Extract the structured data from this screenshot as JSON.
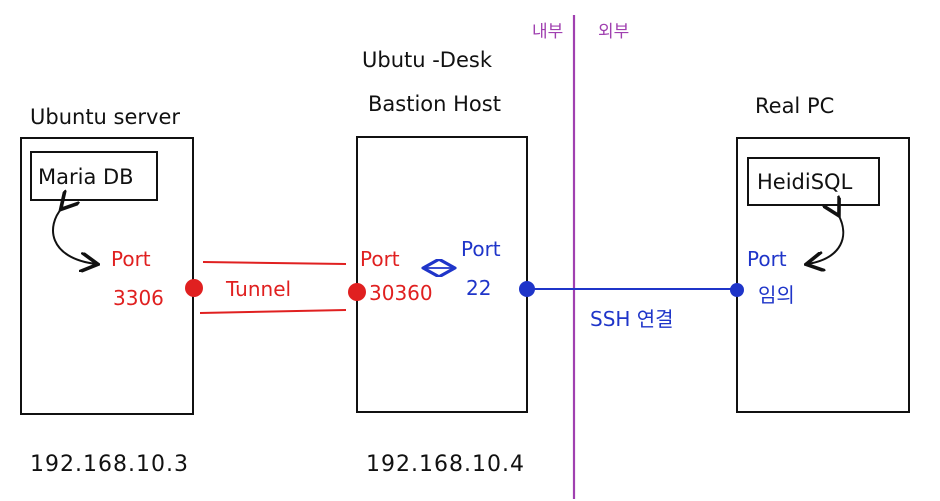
{
  "zones": {
    "inside": "내부",
    "outside": "외부"
  },
  "hosts": {
    "server": {
      "title": "Ubuntu server",
      "app": "Maria DB",
      "port_label": "Port",
      "port_number": "3306",
      "ip": "192.168.10.3"
    },
    "bastion": {
      "title_line1": "Ubutu -Desk",
      "title_line2": "Bastion Host",
      "local_port_label": "Port",
      "local_port_number": "30360",
      "ssh_port_label": "Port",
      "ssh_port_number": "22",
      "ip": "192.168.10.4"
    },
    "client": {
      "title": "Real PC",
      "app": "HeidiSQL",
      "port_label": "Port",
      "port_number": "임의"
    }
  },
  "links": {
    "tunnel": "Tunnel",
    "ssh": "SSH 연결"
  },
  "colors": {
    "ink": "#111111",
    "tunnel": "#e02020",
    "ssh": "#1f35c9",
    "boundary": "#a040b0"
  }
}
